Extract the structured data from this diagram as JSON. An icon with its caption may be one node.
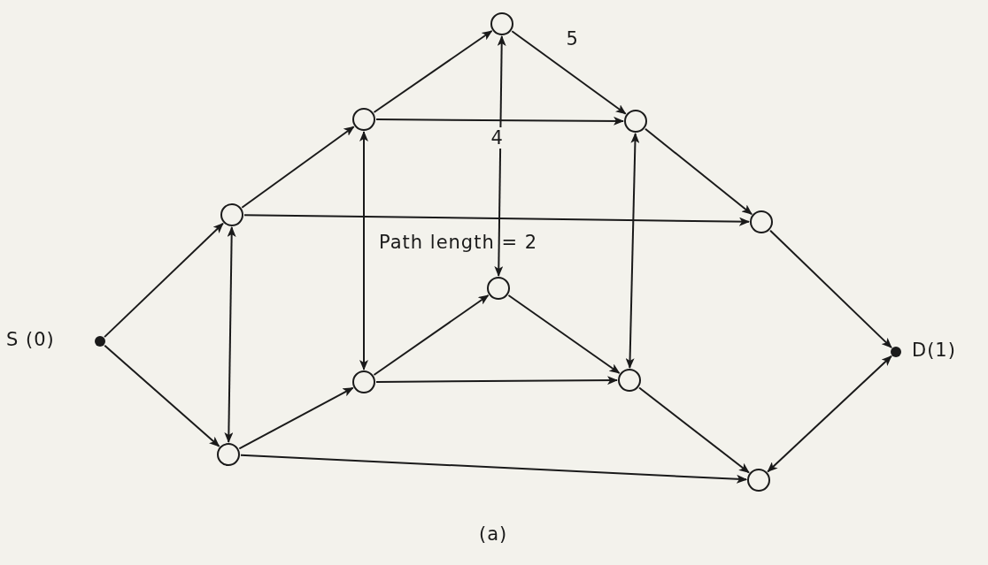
{
  "diagram": {
    "caption": "(a)",
    "nodes": [
      {
        "text": [],
        "shape": "dot",
        "beside": [
          "S (0)"
        ]
      },
      {
        "text": [],
        "shape": "circle"
      },
      {
        "text": [],
        "shape": "circle"
      },
      {
        "text": [],
        "shape": "circle"
      },
      {
        "text": [],
        "shape": "circle"
      },
      {
        "text": [],
        "shape": "circle"
      },
      {
        "text": [],
        "shape": "circle"
      },
      {
        "text": [],
        "shape": "circle"
      },
      {
        "text": [],
        "shape": "circle"
      },
      {
        "text": [],
        "shape": "circle"
      },
      {
        "text": [],
        "shape": "circle"
      },
      {
        "text": [],
        "shape": "dot",
        "beside": [
          "D(1)"
        ]
      }
    ],
    "edges": [
      {
        "from": 0,
        "to": 1,
        "arrow": "to"
      },
      {
        "from": 0,
        "to": 2,
        "arrow": "to"
      },
      {
        "from": 1,
        "to": 2,
        "arrow": "both"
      },
      {
        "from": 1,
        "to": 3,
        "arrow": "to"
      },
      {
        "from": 1,
        "to": 9,
        "arrow": "to"
      },
      {
        "from": 2,
        "to": 4,
        "arrow": "to"
      },
      {
        "from": 2,
        "to": 10,
        "arrow": "to"
      },
      {
        "from": 3,
        "to": 5,
        "arrow": "to"
      },
      {
        "from": 3,
        "to": 7,
        "arrow": "to",
        "label": "4"
      },
      {
        "from": 3,
        "to": 4,
        "arrow": "both"
      },
      {
        "from": 5,
        "to": 7,
        "arrow": "to",
        "label": "5"
      },
      {
        "from": 5,
        "to": 6,
        "arrow": "both"
      },
      {
        "from": 4,
        "to": 6,
        "arrow": "to"
      },
      {
        "from": 4,
        "to": 8,
        "arrow": "to"
      },
      {
        "from": 6,
        "to": 8,
        "arrow": "to"
      },
      {
        "from": 7,
        "to": 8,
        "arrow": "both"
      },
      {
        "from": 7,
        "to": 9,
        "arrow": "to"
      },
      {
        "from": 8,
        "to": 10,
        "arrow": "to"
      },
      {
        "from": 9,
        "to": 11,
        "arrow": "to"
      },
      {
        "from": 10,
        "to": 11,
        "arrow": "both"
      }
    ],
    "labels": [
      "Path length = 2"
    ]
  }
}
